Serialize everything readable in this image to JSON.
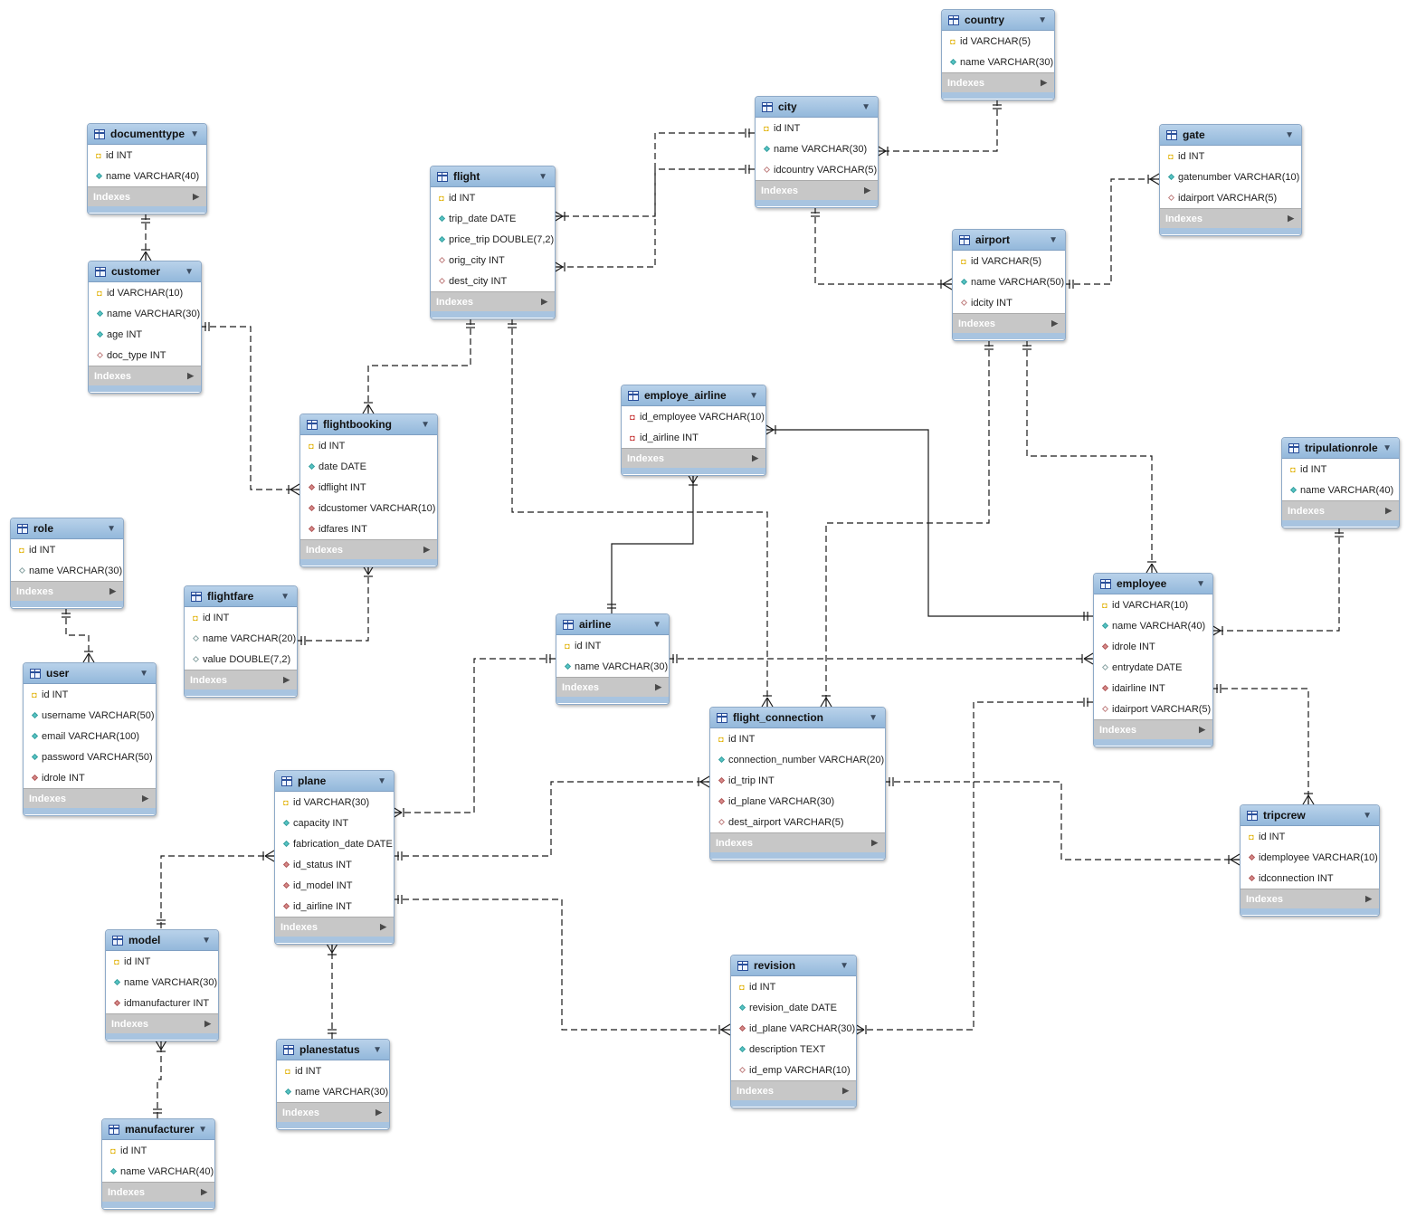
{
  "labels": {
    "indexes": "Indexes"
  },
  "icons": {
    "table": "table-icon",
    "collapse": "triangle-down-icon",
    "expand": "triangle-right-icon",
    "primary_key": "key-icon"
  },
  "entities": [
    {
      "id": "country",
      "name": "country",
      "columns": [
        {
          "text": "id VARCHAR(5)",
          "kind": "pk"
        },
        {
          "text": "name VARCHAR(30)",
          "kind": "notnull"
        }
      ]
    },
    {
      "id": "city",
      "name": "city",
      "columns": [
        {
          "text": "id INT",
          "kind": "pk"
        },
        {
          "text": "name VARCHAR(30)",
          "kind": "notnull"
        },
        {
          "text": "idcountry VARCHAR(5)",
          "kind": "fknull"
        }
      ]
    },
    {
      "id": "gate",
      "name": "gate",
      "columns": [
        {
          "text": "id INT",
          "kind": "pk"
        },
        {
          "text": "gatenumber VARCHAR(10)",
          "kind": "notnull"
        },
        {
          "text": "idairport VARCHAR(5)",
          "kind": "fknull"
        }
      ]
    },
    {
      "id": "documenttype",
      "name": "documenttype",
      "columns": [
        {
          "text": "id INT",
          "kind": "pk"
        },
        {
          "text": "name VARCHAR(40)",
          "kind": "notnull"
        }
      ]
    },
    {
      "id": "flight",
      "name": "flight",
      "columns": [
        {
          "text": "id INT",
          "kind": "pk"
        },
        {
          "text": "trip_date DATE",
          "kind": "notnull"
        },
        {
          "text": "price_trip DOUBLE(7,2)",
          "kind": "notnull"
        },
        {
          "text": "orig_city INT",
          "kind": "fknull"
        },
        {
          "text": "dest_city INT",
          "kind": "fknull"
        }
      ]
    },
    {
      "id": "airport",
      "name": "airport",
      "columns": [
        {
          "text": "id VARCHAR(5)",
          "kind": "pk"
        },
        {
          "text": "name VARCHAR(50)",
          "kind": "notnull"
        },
        {
          "text": "idcity INT",
          "kind": "fknull"
        }
      ]
    },
    {
      "id": "customer",
      "name": "customer",
      "columns": [
        {
          "text": "id VARCHAR(10)",
          "kind": "pk"
        },
        {
          "text": "name VARCHAR(30)",
          "kind": "notnull"
        },
        {
          "text": "age INT",
          "kind": "notnull"
        },
        {
          "text": "doc_type INT",
          "kind": "fknull"
        }
      ]
    },
    {
      "id": "employe_airline",
      "name": "employe_airline",
      "columns": [
        {
          "text": "id_employee VARCHAR(10)",
          "kind": "pkfk"
        },
        {
          "text": "id_airline INT",
          "kind": "pkfk"
        }
      ]
    },
    {
      "id": "flightbooking",
      "name": "flightbooking",
      "columns": [
        {
          "text": "id INT",
          "kind": "pk"
        },
        {
          "text": "date DATE",
          "kind": "notnull"
        },
        {
          "text": "idflight INT",
          "kind": "fk"
        },
        {
          "text": "idcustomer VARCHAR(10)",
          "kind": "fk"
        },
        {
          "text": "idfares INT",
          "kind": "fk"
        }
      ]
    },
    {
      "id": "tripulationrole",
      "name": "tripulationrole",
      "columns": [
        {
          "text": "id INT",
          "kind": "pk"
        },
        {
          "text": "name VARCHAR(40)",
          "kind": "notnull"
        }
      ]
    },
    {
      "id": "role",
      "name": "role",
      "columns": [
        {
          "text": "id INT",
          "kind": "pk"
        },
        {
          "text": "name VARCHAR(30)",
          "kind": "nullable"
        }
      ]
    },
    {
      "id": "flightfare",
      "name": "flightfare",
      "columns": [
        {
          "text": "id INT",
          "kind": "pk"
        },
        {
          "text": "name VARCHAR(20)",
          "kind": "nullable"
        },
        {
          "text": "value DOUBLE(7,2)",
          "kind": "nullable"
        }
      ]
    },
    {
      "id": "employee",
      "name": "employee",
      "columns": [
        {
          "text": "id VARCHAR(10)",
          "kind": "pk"
        },
        {
          "text": "name VARCHAR(40)",
          "kind": "notnull"
        },
        {
          "text": "idrole INT",
          "kind": "fk"
        },
        {
          "text": "entrydate DATE",
          "kind": "nullable"
        },
        {
          "text": "idairline INT",
          "kind": "fk"
        },
        {
          "text": "idairport VARCHAR(5)",
          "kind": "fknull"
        }
      ]
    },
    {
      "id": "airline",
      "name": "airline",
      "columns": [
        {
          "text": "id INT",
          "kind": "pk"
        },
        {
          "text": "name VARCHAR(30)",
          "kind": "notnull"
        }
      ]
    },
    {
      "id": "user",
      "name": "user",
      "columns": [
        {
          "text": "id INT",
          "kind": "pk"
        },
        {
          "text": "username VARCHAR(50)",
          "kind": "notnull"
        },
        {
          "text": "email VARCHAR(100)",
          "kind": "notnull"
        },
        {
          "text": "password VARCHAR(50)",
          "kind": "notnull"
        },
        {
          "text": "idrole INT",
          "kind": "fk"
        }
      ]
    },
    {
      "id": "flight_connection",
      "name": "flight_connection",
      "columns": [
        {
          "text": "id INT",
          "kind": "pk"
        },
        {
          "text": "connection_number VARCHAR(20)",
          "kind": "notnull"
        },
        {
          "text": "id_trip INT",
          "kind": "fk"
        },
        {
          "text": "id_plane VARCHAR(30)",
          "kind": "fk"
        },
        {
          "text": "dest_airport VARCHAR(5)",
          "kind": "fknull"
        }
      ]
    },
    {
      "id": "plane",
      "name": "plane",
      "columns": [
        {
          "text": "id VARCHAR(30)",
          "kind": "pk"
        },
        {
          "text": "capacity INT",
          "kind": "notnull"
        },
        {
          "text": "fabrication_date DATE",
          "kind": "notnull"
        },
        {
          "text": "id_status INT",
          "kind": "fk"
        },
        {
          "text": "id_model INT",
          "kind": "fk"
        },
        {
          "text": "id_airline INT",
          "kind": "fk"
        }
      ]
    },
    {
      "id": "tripcrew",
      "name": "tripcrew",
      "columns": [
        {
          "text": "id INT",
          "kind": "pk"
        },
        {
          "text": "idemployee VARCHAR(10)",
          "kind": "fk"
        },
        {
          "text": "idconnection INT",
          "kind": "fk"
        }
      ]
    },
    {
      "id": "model",
      "name": "model",
      "columns": [
        {
          "text": "id INT",
          "kind": "pk"
        },
        {
          "text": "name VARCHAR(30)",
          "kind": "notnull"
        },
        {
          "text": "idmanufacturer INT",
          "kind": "fk"
        }
      ]
    },
    {
      "id": "revision",
      "name": "revision",
      "columns": [
        {
          "text": "id INT",
          "kind": "pk"
        },
        {
          "text": "revision_date DATE",
          "kind": "notnull"
        },
        {
          "text": "id_plane VARCHAR(30)",
          "kind": "fk"
        },
        {
          "text": "description TEXT",
          "kind": "notnull"
        },
        {
          "text": "id_emp VARCHAR(10)",
          "kind": "fknull"
        }
      ]
    },
    {
      "id": "planestatus",
      "name": "planestatus",
      "columns": [
        {
          "text": "id INT",
          "kind": "pk"
        },
        {
          "text": "name VARCHAR(30)",
          "kind": "notnull"
        }
      ]
    },
    {
      "id": "manufacturer",
      "name": "manufacturer",
      "columns": [
        {
          "text": "id INT",
          "kind": "pk"
        },
        {
          "text": "name VARCHAR(40)",
          "kind": "notnull"
        }
      ]
    }
  ],
  "relationships": [
    {
      "from": "country",
      "to": "city",
      "line": "dashed"
    },
    {
      "from": "city",
      "to": "flight",
      "role": "orig_city",
      "line": "dashed"
    },
    {
      "from": "city",
      "to": "flight",
      "role": "dest_city",
      "line": "dashed"
    },
    {
      "from": "city",
      "to": "airport",
      "line": "dashed"
    },
    {
      "from": "airport",
      "to": "gate",
      "line": "dashed"
    },
    {
      "from": "documenttype",
      "to": "customer",
      "line": "dashed"
    },
    {
      "from": "customer",
      "to": "flightbooking",
      "line": "dashed"
    },
    {
      "from": "flight",
      "to": "flightbooking",
      "line": "dashed"
    },
    {
      "from": "flightfare",
      "to": "flightbooking",
      "line": "dashed"
    },
    {
      "from": "flight",
      "to": "flight_connection",
      "line": "dashed"
    },
    {
      "from": "airport",
      "to": "flight_connection",
      "line": "dashed"
    },
    {
      "from": "airport",
      "to": "employee",
      "line": "dashed"
    },
    {
      "from": "employee",
      "to": "employe_airline",
      "line": "solid"
    },
    {
      "from": "airline",
      "to": "employe_airline",
      "line": "solid"
    },
    {
      "from": "tripulationrole",
      "to": "employee",
      "line": "dashed"
    },
    {
      "from": "airline",
      "to": "employee",
      "line": "dashed"
    },
    {
      "from": "employee",
      "to": "tripcrew",
      "line": "dashed"
    },
    {
      "from": "role",
      "to": "user",
      "line": "dashed"
    },
    {
      "from": "airline",
      "to": "plane",
      "line": "dashed"
    },
    {
      "from": "plane",
      "to": "flight_connection",
      "line": "dashed"
    },
    {
      "from": "flight_connection",
      "to": "tripcrew",
      "line": "dashed"
    },
    {
      "from": "plane",
      "to": "model",
      "line": "dashed"
    },
    {
      "from": "planestatus",
      "to": "plane",
      "line": "dashed"
    },
    {
      "from": "manufacturer",
      "to": "model",
      "line": "dashed"
    },
    {
      "from": "plane",
      "to": "revision",
      "line": "dashed"
    },
    {
      "from": "employee",
      "to": "revision",
      "line": "dashed"
    }
  ]
}
